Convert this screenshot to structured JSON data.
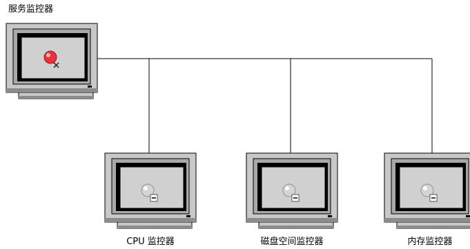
{
  "diagram": {
    "colors": {
      "monitor_body": "#c8c8c8",
      "monitor_shadow": "#8c8c8c",
      "monitor_outline": "#000000",
      "screen_frame": "#a8a8a8",
      "screen": "#d0d0d0",
      "connector": "#000000",
      "status_error": "#e8323c",
      "status_unknown": "#d4d4d4"
    },
    "root": {
      "label": "服务监控器",
      "status_icon": "error-icon"
    },
    "children": [
      {
        "label": "CPU 监控器",
        "status_icon": "unknown-status-icon"
      },
      {
        "label": "磁盘空间监控器",
        "status_icon": "unknown-status-icon"
      },
      {
        "label": "内存监控器",
        "status_icon": "unknown-status-icon"
      }
    ]
  }
}
